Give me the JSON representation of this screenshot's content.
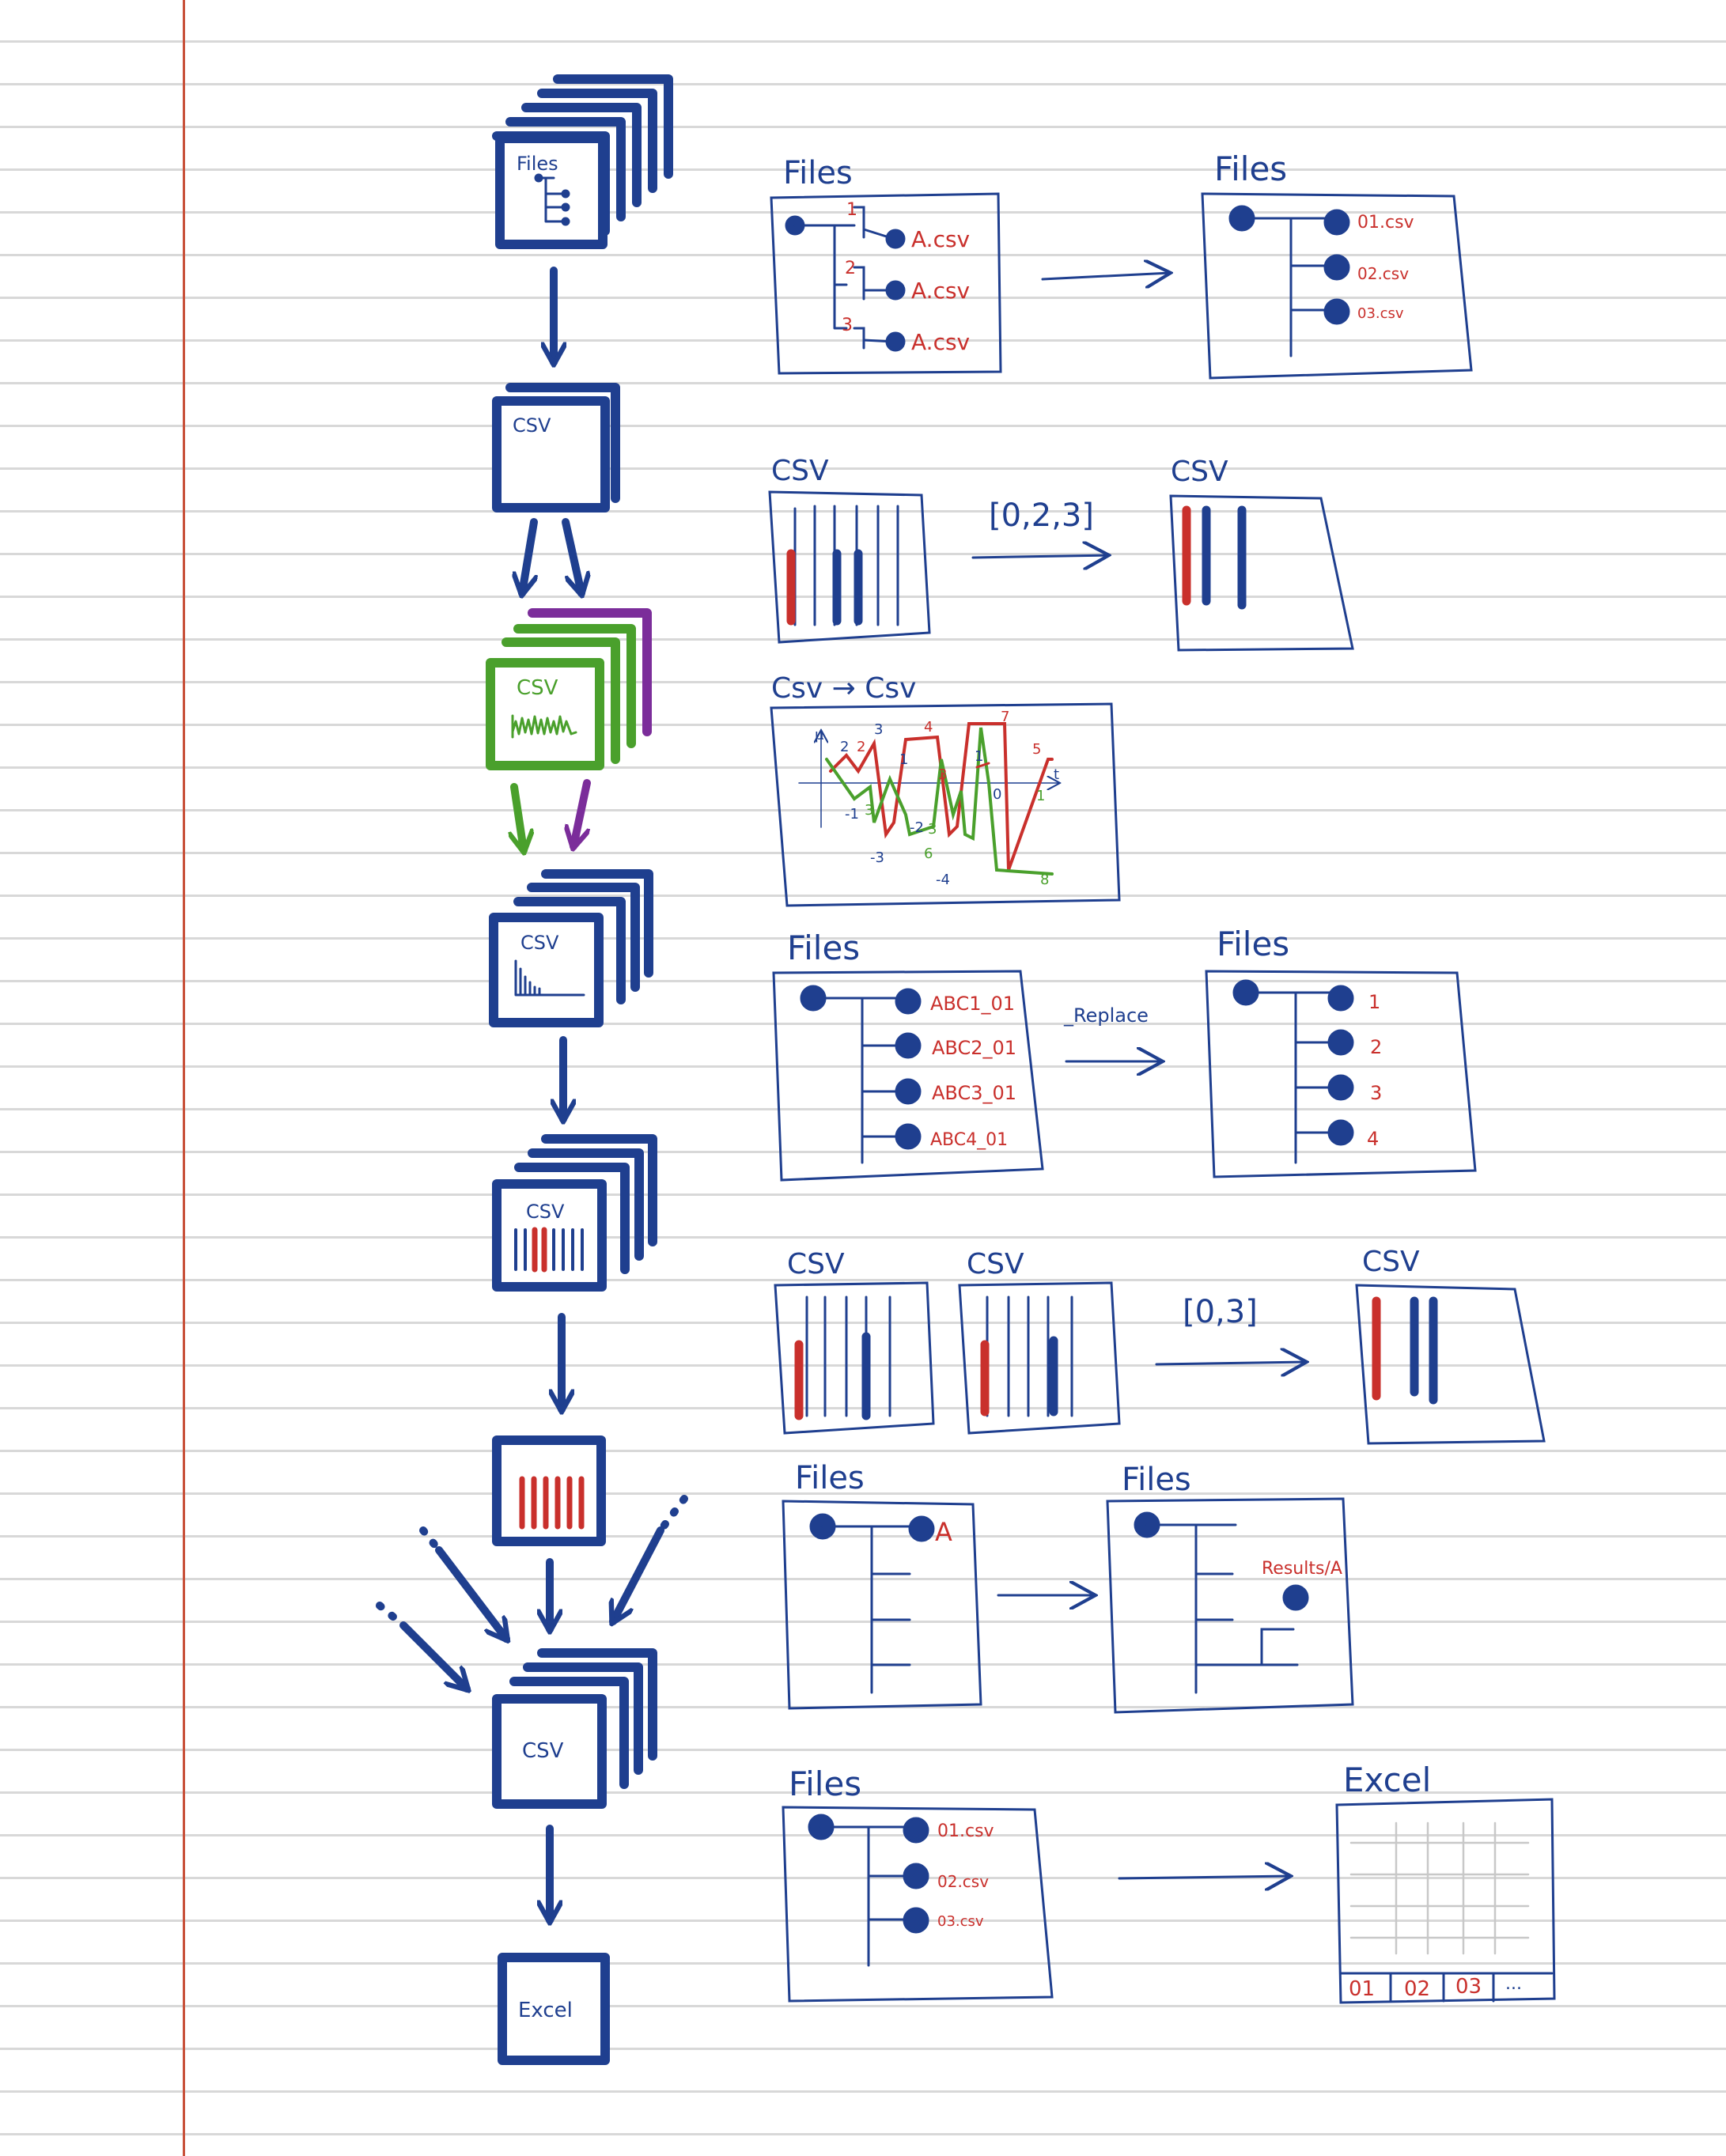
{
  "colors": {
    "blue": "#1f3f8f",
    "red": "#c9302c",
    "green": "#4aa02c",
    "purple": "#7b2d9a",
    "grid_gray": "#c8c8c8",
    "paper_line": "#d8d8d8",
    "margin_line": "#c8513a"
  },
  "icons": [
    "stacked-files-icon",
    "csv-file-icon",
    "multi-csv-signal-icon",
    "stacked-csv-chart-icon",
    "stacked-csv-columns-icon",
    "selected-columns-icon",
    "stacked-csv-icon",
    "excel-file-icon"
  ],
  "pipeline": {
    "step1_label": "Files",
    "step2_label": "CSV",
    "step3_label": "CSV",
    "step4_label": "CSV",
    "step5_label": "CSV",
    "step7_label": "CSV",
    "step8_label": "Excel"
  },
  "row1": {
    "left_title": "Files",
    "left_items": [
      "A.csv",
      "A.csv",
      "A.csv"
    ],
    "left_numbers": [
      "1",
      "2",
      "3"
    ],
    "right_title": "Files",
    "right_items": [
      "01.csv",
      "02.csv",
      "03.csv"
    ]
  },
  "row2": {
    "left_title": "CSV",
    "arrow_label": "[0,2,3]",
    "right_title": "CSV"
  },
  "row3": {
    "title": "Csv → Csv",
    "axis_y": "μ",
    "axis_x": "t",
    "labels": [
      "2",
      "2",
      "3",
      "4",
      "7",
      "5",
      "1",
      "1",
      "3",
      "1",
      "-1",
      "3",
      "-2",
      "3",
      "0",
      "-3",
      "6",
      "-4",
      "8"
    ]
  },
  "row4": {
    "left_title": "Files",
    "left_items": [
      "ABC1_01",
      "ABC2_01",
      "ABC3_01",
      "ABC4_01"
    ],
    "arrow_label": "_Replace",
    "right_title": "Files",
    "right_items": [
      "1",
      "2",
      "3",
      "4"
    ]
  },
  "row5": {
    "title_a": "CSV",
    "title_b": "CSV",
    "arrow_label": "[0,3]",
    "right_title": "CSV"
  },
  "row6": {
    "left_title": "Files",
    "left_item": "A",
    "right_title": "Files",
    "right_item": "Results/A"
  },
  "row7": {
    "left_title": "Files",
    "left_items": [
      "01.csv",
      "02.csv",
      "03.csv"
    ],
    "right_title": "Excel",
    "sheet_tabs": [
      "01",
      "02",
      "03",
      "..."
    ]
  }
}
